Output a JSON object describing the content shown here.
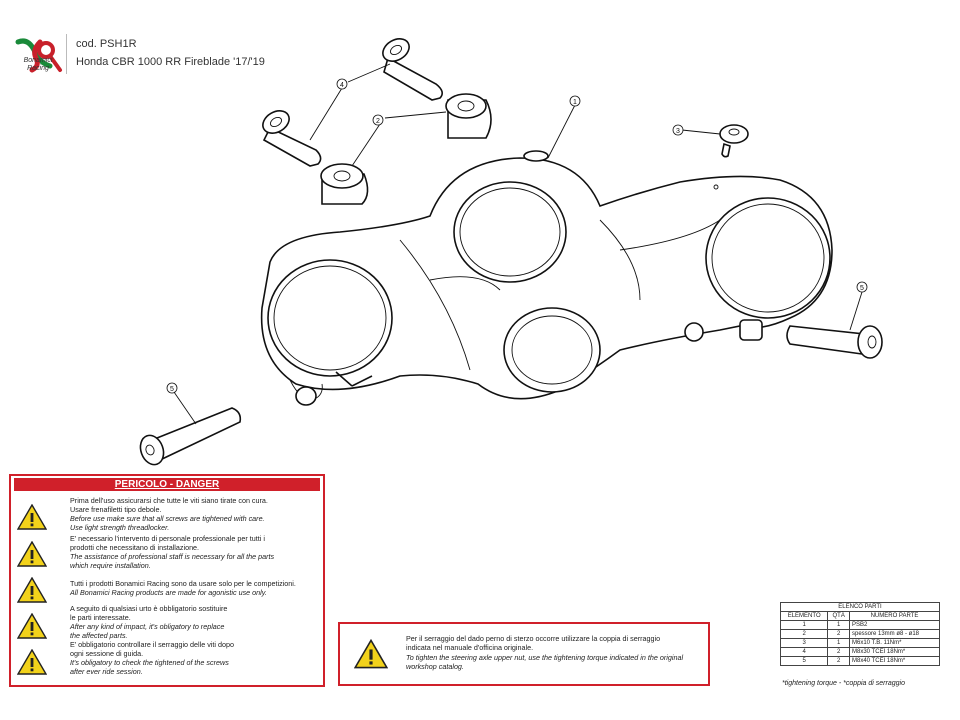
{
  "header": {
    "brand_line1": "Bonamici",
    "brand_line2": "Racing",
    "code": "cod. PSH1R",
    "model": "Honda CBR 1000 RR Fireblade '17/'19"
  },
  "callouts": [
    "1",
    "2",
    "3",
    "4",
    "5",
    "5"
  ],
  "danger": {
    "title": "PERICOLO - DANGER",
    "items": [
      {
        "it": "Prima dell'uso assicurarsi che tutte le viti siano tirate con cura.\nUsare frenafiletti tipo debole.",
        "en": "Before use make sure that all screws are tightened with care.\nUse light strength threadlocker."
      },
      {
        "it": "E' necessario l'intervento di personale professionale per tutti i\nprodotti che necessitano di installazione.",
        "en": "The assistance of professional staff is necessary for all the parts\nwhich require installation."
      },
      {
        "it": "Tutti i prodotti Bonamici Racing sono da usare solo per le competizioni.",
        "en": "All Bonamici Racing products are made for agonistic use only."
      },
      {
        "it": "A seguito di qualsiasi urto è obbligatorio sostituire\nle parti interessate.",
        "en": "After any kind of impact, it's obligatory to replace\nthe affected parts."
      },
      {
        "it": "E' obbligatorio controllare il serraggio delle viti dopo\nogni sessione di guida.",
        "en": "It's obligatory to check the tightened of the screws\nafter ever ride session."
      }
    ]
  },
  "notice": {
    "it": "Per il serraggio del dado perno di sterzo occorre utilizzare la coppia di serraggio\nindicata nel manuale d'officina originale.",
    "en": "To tighten the steering axle upper nut, use the tightening torque indicated in the original\nworkshop catalog."
  },
  "parts_list": {
    "title": "ELENCO PARTI",
    "headers": [
      "ELEMENTO",
      "QTÀ",
      "NUMERO PARTE"
    ],
    "rows": [
      [
        "1",
        "1",
        "PSB2"
      ],
      [
        "2",
        "2",
        "spessore 13mm ø8 - ø18"
      ],
      [
        "3",
        "1",
        "M6x10 T.B. 11Nm*"
      ],
      [
        "4",
        "2",
        "M8x30 TCEI 18Nm*"
      ],
      [
        "5",
        "2",
        "M8x40 TCEI 18Nm*"
      ]
    ],
    "note": "*tightening torque - *coppia di serraggio"
  },
  "colors": {
    "danger_red": "#d0202a",
    "brand_green": "#1a8a3a",
    "brand_red": "#c8202a",
    "warning_yellow": "#f2d21b"
  }
}
